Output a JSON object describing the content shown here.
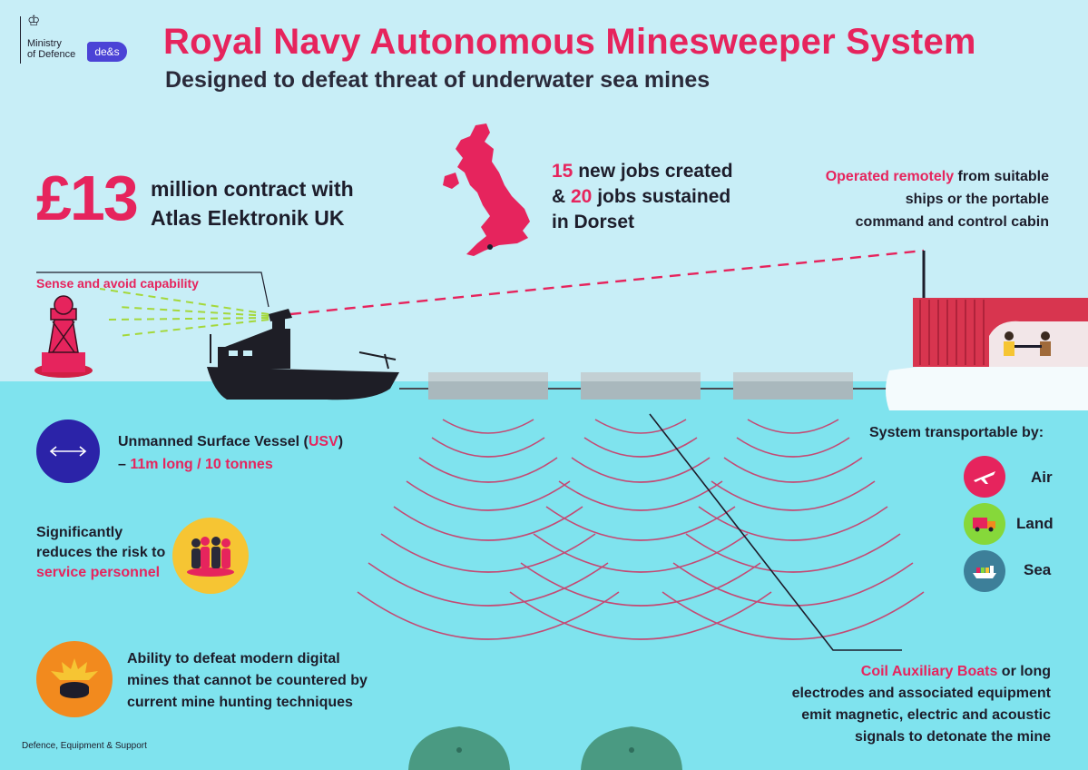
{
  "header": {
    "title": "Royal Navy Autonomous Minesweeper System",
    "subtitle": "Designed to defeat threat of underwater sea mines",
    "logo_mod": "Ministry\nof Defence",
    "logo_des": "de&s"
  },
  "contract": {
    "amount": "£13",
    "line1": "million contract with",
    "line2": "Atlas Elektronik UK"
  },
  "jobs": {
    "new_count": "15",
    "new_text": " new jobs created",
    "sustained_prefix": "& ",
    "sustained_count": "20",
    "sustained_text": " jobs sustained",
    "location": "in Dorset"
  },
  "remote": {
    "highlight": "Operated remotely",
    "text1": " from suitable",
    "text2": "ships or the portable",
    "text3": "command and control cabin"
  },
  "sense": {
    "label": "Sense and avoid capability"
  },
  "usv": {
    "line1_prefix": "Unmanned Surface Vessel (",
    "line1_highlight": "USV",
    "line1_suffix": ")",
    "line2_prefix": "– ",
    "line2_highlight": "11m long / 10 tonnes"
  },
  "risk": {
    "line1": "Significantly",
    "line2": "reduces the risk to",
    "line3": "service personnel"
  },
  "defeat": {
    "line1": "Ability to defeat modern digital",
    "line2": "mines that cannot be countered by",
    "line3": "current mine hunting techniques"
  },
  "transport": {
    "title": "System transportable by:",
    "modes": [
      {
        "label": "Air",
        "icon": "plane-icon",
        "color": "#e6245d"
      },
      {
        "label": "Land",
        "icon": "truck-icon",
        "color": "#86d83a"
      },
      {
        "label": "Sea",
        "icon": "ship-icon",
        "color": "#3d7f99"
      }
    ]
  },
  "coil": {
    "highlight": "Coil Auxiliary Boats",
    "text1": " or long",
    "text2": "electrodes and associated equipment",
    "text3": "emit magnetic, electric and acoustic",
    "text4": "signals to detonate the mine"
  },
  "footer": {
    "text": "Defence, Equipment & Support"
  },
  "colors": {
    "accent": "#e6245d",
    "sky": "#c8eef7",
    "sea": "#7fe3ee",
    "navy": "#2b23a8",
    "yellow": "#f6c533",
    "orange": "#f28a1e"
  }
}
